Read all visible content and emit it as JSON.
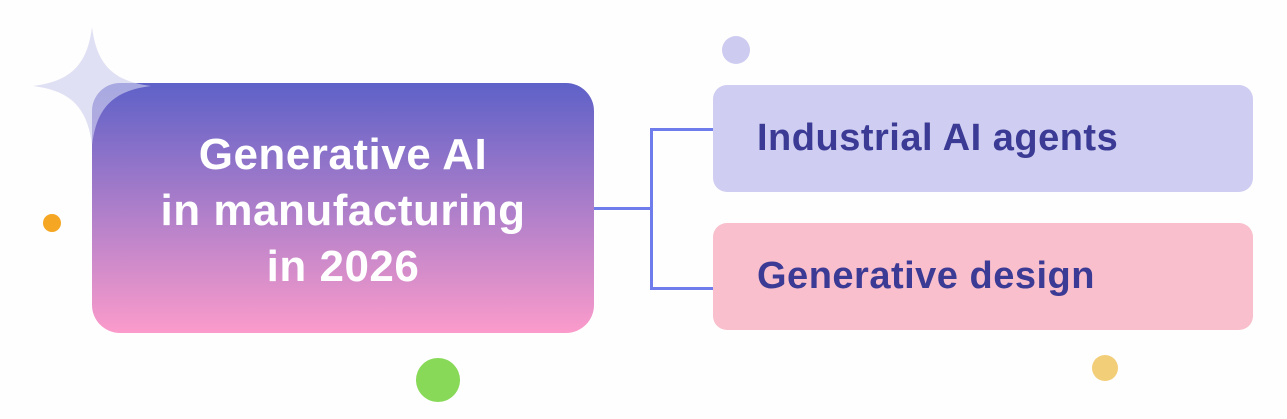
{
  "canvas": {
    "background": "#fefefe"
  },
  "root_node": {
    "title_lines": [
      "Generative AI",
      "in manufacturing",
      "in 2026"
    ],
    "gradient_top": "#5e61c8",
    "gradient_bottom": "#fb9bcb",
    "text_color": "#ffffff"
  },
  "branches": [
    {
      "label": "Industrial AI agents",
      "bg": "#cfcef2",
      "text_color": "#3b3a94"
    },
    {
      "label": "Generative design",
      "bg": "#f9bfcc",
      "text_color": "#3b3a94"
    }
  ],
  "connectors": {
    "color": "#6f7dec"
  },
  "decorations": {
    "sparkle": {
      "name": "sparkle-icon",
      "color": "rgba(207,207,238,0.65)"
    },
    "dots": [
      {
        "name": "lavender-dot",
        "color": "#cdcbf0"
      },
      {
        "name": "orange-dot",
        "color": "#f5a623"
      },
      {
        "name": "green-dot",
        "color": "#87d957"
      },
      {
        "name": "sand-dot",
        "color": "#f2ce79"
      }
    ]
  }
}
